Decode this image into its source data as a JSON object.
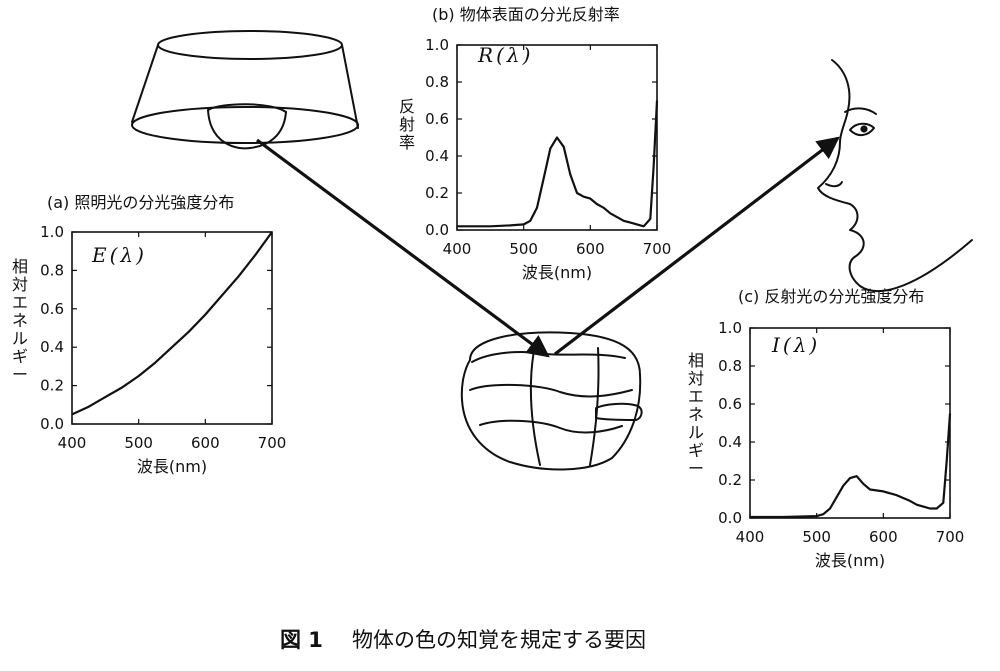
{
  "caption": {
    "fig": "図 1",
    "text": "物体の色の知覚を規定する要因"
  },
  "chart_data": [
    {
      "id": "a",
      "type": "line",
      "title": "(a) 照明光の分光強度分布",
      "symbol": "E(λ)",
      "symbol_parts": [
        "E",
        "(",
        "λ",
        ")"
      ],
      "xlabel": "波長(nm)",
      "ylabel_chars": [
        "相",
        "対",
        "エ",
        "ネ",
        "ル",
        "ギ",
        "ー"
      ],
      "xlim": [
        400,
        700
      ],
      "ylim": [
        0,
        1.0
      ],
      "xticks": [
        400,
        500,
        600,
        700
      ],
      "yticks": [
        "0.0",
        "0.2",
        "0.4",
        "0.6",
        "0.8",
        "1.0"
      ],
      "x": [
        400,
        425,
        450,
        475,
        500,
        525,
        550,
        575,
        600,
        625,
        650,
        675,
        700
      ],
      "y": [
        0.05,
        0.09,
        0.14,
        0.19,
        0.25,
        0.32,
        0.4,
        0.48,
        0.57,
        0.67,
        0.77,
        0.88,
        1.0
      ]
    },
    {
      "id": "b",
      "type": "line",
      "title": "(b) 物体表面の分光反射率",
      "symbol": "R(λ)",
      "symbol_parts": [
        "R",
        "(",
        "λ",
        ")"
      ],
      "xlabel": "波長(nm)",
      "ylabel_chars": [
        "反",
        "射",
        "率"
      ],
      "xlim": [
        400,
        700
      ],
      "ylim": [
        0,
        1.0
      ],
      "xticks": [
        400,
        500,
        600,
        700
      ],
      "yticks": [
        "0.0",
        "0.2",
        "0.4",
        "0.6",
        "0.8",
        "1.0"
      ],
      "x": [
        400,
        420,
        450,
        480,
        500,
        510,
        520,
        530,
        540,
        550,
        560,
        570,
        580,
        590,
        600,
        610,
        620,
        630,
        640,
        650,
        660,
        670,
        680,
        690,
        695,
        700
      ],
      "y": [
        0.02,
        0.02,
        0.02,
        0.025,
        0.03,
        0.05,
        0.12,
        0.28,
        0.44,
        0.5,
        0.45,
        0.3,
        0.2,
        0.18,
        0.17,
        0.14,
        0.12,
        0.09,
        0.07,
        0.05,
        0.04,
        0.03,
        0.02,
        0.06,
        0.35,
        0.7
      ]
    },
    {
      "id": "c",
      "type": "line",
      "title": "(c) 反射光の分光強度分布",
      "symbol": "I(λ)",
      "symbol_parts": [
        "I",
        "(",
        "λ",
        ")"
      ],
      "xlabel": "波長(nm)",
      "ylabel_chars": [
        "相",
        "対",
        "エ",
        "ネ",
        "ル",
        "ギ",
        "ー"
      ],
      "xlim": [
        400,
        700
      ],
      "ylim": [
        0,
        1.0
      ],
      "xticks": [
        400,
        500,
        600,
        700
      ],
      "yticks": [
        "0.0",
        "0.2",
        "0.4",
        "0.6",
        "0.8",
        "1.0"
      ],
      "x": [
        400,
        450,
        500,
        510,
        520,
        530,
        540,
        550,
        560,
        570,
        580,
        600,
        620,
        640,
        650,
        660,
        670,
        680,
        690,
        695,
        700
      ],
      "y": [
        0.005,
        0.005,
        0.01,
        0.02,
        0.05,
        0.11,
        0.17,
        0.21,
        0.22,
        0.18,
        0.15,
        0.14,
        0.12,
        0.09,
        0.07,
        0.06,
        0.05,
        0.05,
        0.08,
        0.3,
        0.55
      ]
    }
  ],
  "illustrations": {
    "lamp": "lamp-shade",
    "object": "bell-pepper",
    "viewer": "face-profile"
  }
}
